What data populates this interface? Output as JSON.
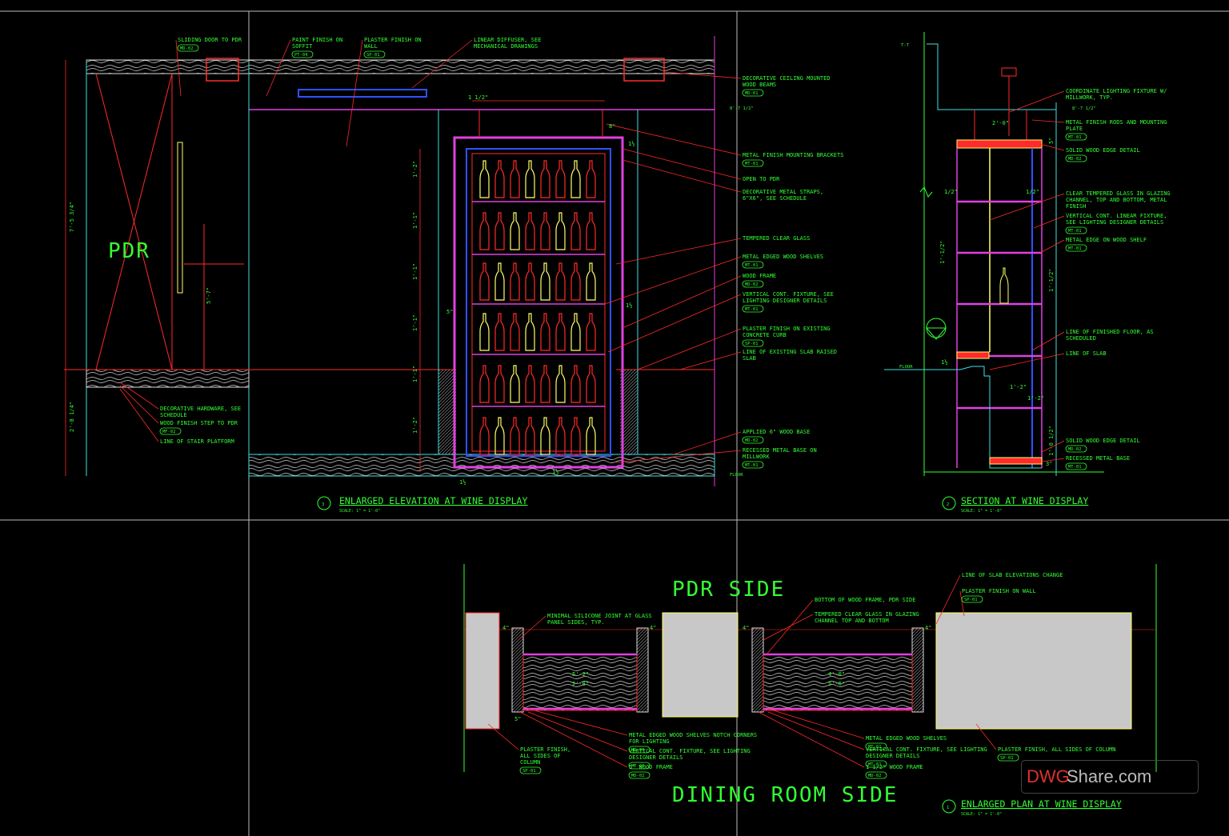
{
  "colors": {
    "background": "#000000",
    "leader": "#ff2a2a",
    "text": "#33ff33",
    "frame": "#e040e0",
    "glass": "#ffff66",
    "cyan": "#3ee0e0",
    "border": "#ffffff",
    "blue": "#3050ff",
    "gray_fill": "#c8c8c8"
  },
  "views": {
    "elevation": {
      "number": "3",
      "title": "ENLARGED ELEVATION AT WINE DISPLAY",
      "scale": "SCALE: 1\" = 1'-0\"",
      "room_label": "PDR",
      "level_tags": [
        "8'-7 1/2\"",
        "FLOOR"
      ],
      "dims": [
        "7'-5 3/4\"",
        "2'-8 1/4\"",
        "5'-7\"",
        "1 1/2\"",
        "8\"",
        "1'-2\"",
        "1'-1\"",
        "1'-1\"",
        "1'-1\"",
        "1'-1\"",
        "1'-2\"",
        "5\"",
        "5\"",
        "1½",
        "1½",
        "1½",
        "1½"
      ],
      "notes_top": [
        {
          "text": "SLIDING DOOR TO PDR",
          "tag": "MD-02"
        },
        {
          "text": "PAINT FINISH ON SOFFIT",
          "tag": "PT-04"
        },
        {
          "text": "PLASTER FINISH ON WALL",
          "tag": "SP-01"
        },
        {
          "text": "LINEAR DIFFUSER, SEE MECHANICAL DRAWINGS",
          "tag": ""
        }
      ],
      "notes_right": [
        {
          "text": "DECORATIVE CEILING MOUNTED WOOD BEAMS",
          "tag": "MD-01"
        },
        {
          "text": "METAL FINISH MOUNTING BRACKETS",
          "tag": "MT-01"
        },
        {
          "text": "OPEN TO PDR",
          "tag": ""
        },
        {
          "text": "DECORATIVE METAL STRAPS, 6\"X6\", SEE SCHEDULE",
          "tag": ""
        },
        {
          "text": "TEMPERED CLEAR GLASS",
          "tag": ""
        },
        {
          "text": "METAL EDGED WOOD SHELVES",
          "tag": "MT-01"
        },
        {
          "text": "WOOD FRAME",
          "tag": "MD-02"
        },
        {
          "text": "VERTICAL CONT. FIXTURE, SEE LIGHTING DESIGNER DETAILS",
          "tag": "MT-01"
        },
        {
          "text": "PLASTER FINISH ON EXISTING CONCRETE CURB",
          "tag": "SP-01"
        },
        {
          "text": "LINE OF EXISTING SLAB RAISED SLAB",
          "tag": ""
        },
        {
          "text": "APPLIED 6\" WOOD BASE",
          "tag": "MD-02"
        },
        {
          "text": "RECESSED METAL BASE ON MILLWORK",
          "tag": "MT-01"
        }
      ],
      "notes_bottom": [
        {
          "text": "DECORATIVE HARDWARE, SEE SCHEDULE",
          "tag": ""
        },
        {
          "text": "WOOD FINISH STEP TO PDR",
          "tag": "MF-02"
        },
        {
          "text": "LINE OF STAIR PLATFORM",
          "tag": ""
        }
      ]
    },
    "section": {
      "number": "2",
      "title": "SECTION AT WINE DISPLAY",
      "scale": "SCALE: 1\" = 1'-0\"",
      "level_tags": [
        "T-T",
        "8'-7 1/2\"",
        "FLOOR"
      ],
      "dims": [
        "2'-0\"",
        "1/2\"",
        "1/2\"",
        "1'-1/2\"",
        "1'-1/2\"",
        "1'-2\"",
        "1'-2\"",
        "1'-0 1/2\"",
        "5\"",
        "3\"",
        "1½"
      ],
      "notes": [
        {
          "text": "COORDINATE LIGHTING FIXTURE W/ MILLWORK, TYP.",
          "tag": ""
        },
        {
          "text": "METAL FINISH RODS AND MOUNTING PLATE",
          "tag": "MT-01"
        },
        {
          "text": "SOLID WOOD EDGE DETAIL",
          "tag": "MD-02"
        },
        {
          "text": "CLEAR TEMPERED GLASS IN GLAZING CHANNEL, TOP AND BOTTOM, METAL FINISH",
          "tag": ""
        },
        {
          "text": "VERTICAL CONT. LINEAR FIXTURE, SEE LIGHTING DESIGNER DETAILS",
          "tag": "MT-01"
        },
        {
          "text": "METAL EDGE ON WOOD SHELF",
          "tag": "MT-01"
        },
        {
          "text": "LINE OF FINISHED FLOOR, AS SCHEDULED",
          "tag": ""
        },
        {
          "text": "LINE OF SLAB",
          "tag": ""
        },
        {
          "text": "SOLID WOOD EDGE DETAIL",
          "tag": "MD-02"
        },
        {
          "text": "RECESSED METAL BASE",
          "tag": "MT-01"
        }
      ]
    },
    "plan": {
      "number": "1",
      "title": "ENLARGED PLAN AT WINE DISPLAY",
      "scale": "SCALE: 1\" = 1'-0\"",
      "top_label": "PDR SIDE",
      "bottom_label": "DINING ROOM SIDE",
      "dims": [
        "4\"",
        "4\"",
        "4\"",
        "4\"",
        "5'-2\"",
        "2'-8\"",
        "4'-0\"",
        "5'-6\"",
        "5\""
      ],
      "notes_top": [
        {
          "text": "MINIMAL SILICONE JOINT AT GLASS PANEL SIDES, TYP.",
          "tag": ""
        },
        {
          "text": "BOTTOM OF WOOD FRAME, PDR SIDE",
          "tag": ""
        },
        {
          "text": "TEMPERED CLEAR GLASS IN GLAZING CHANNEL TOP AND BOTTOM",
          "tag": ""
        },
        {
          "text": "LINE OF SLAB ELEVATIONS CHANGE",
          "tag": ""
        },
        {
          "text": "PLASTER FINISH ON WALL",
          "tag": "SP-01"
        }
      ],
      "notes_bottom": [
        {
          "text": "PLASTER FINISH, ALL SIDES OF COLUMN",
          "tag": "SP-01"
        },
        {
          "text": "METAL EDGED WOOD SHELVES NOTCH CORNERS FOR LIGHTING",
          "tag": "MD-06"
        },
        {
          "text": "VERTICAL CONT. FIXTURE, SEE LIGHTING DESIGNER DETAILS",
          "tag": "MT-01"
        },
        {
          "text": "5\" WOOD FRAME",
          "tag": "MD-02"
        },
        {
          "text": "METAL EDGED WOOD SHELVES",
          "tag": "MT-01"
        },
        {
          "text": "VERTICAL CONT. FIXTURE, SEE LIGHTING DESIGNER DETAILS",
          "tag": "MT-01"
        },
        {
          "text": "1 1/2\" WOOD FRAME",
          "tag": "MD-02"
        },
        {
          "text": "PLASTER FINISH, ALL SIDES OF COLUMN",
          "tag": "SP-01"
        }
      ]
    }
  },
  "watermark": {
    "part1": "DWG",
    "part2": "Share.com"
  }
}
